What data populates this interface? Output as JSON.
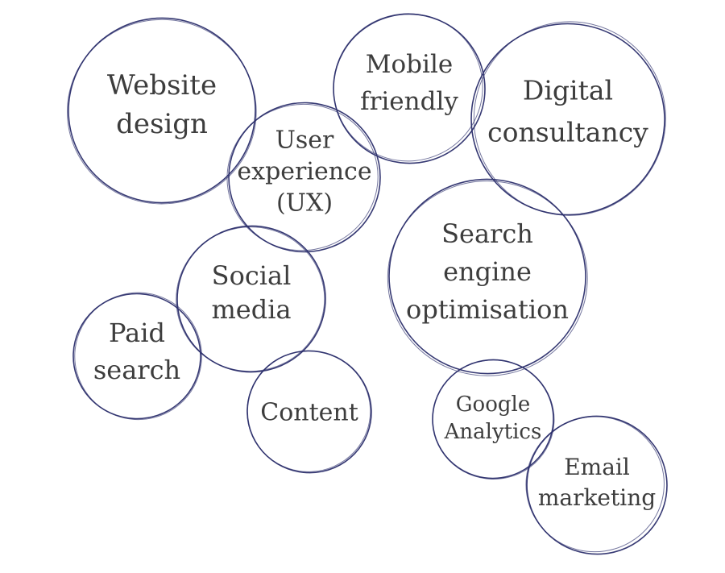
{
  "colors": {
    "ring": "#2b2e6b",
    "text": "#3d3d3d",
    "background": "#ffffff"
  },
  "bubbles": [
    {
      "id": "website-design",
      "lines": [
        "Website",
        "design"
      ]
    },
    {
      "id": "user-experience",
      "lines": [
        "User",
        "experience",
        "(UX)"
      ]
    },
    {
      "id": "mobile-friendly",
      "lines": [
        "Mobile",
        "friendly"
      ]
    },
    {
      "id": "digital-consultancy",
      "lines": [
        "Digital",
        "consultancy"
      ]
    },
    {
      "id": "search-engine-optimisation",
      "lines": [
        "Search",
        "engine",
        "optimisation"
      ]
    },
    {
      "id": "social-media",
      "lines": [
        "Social",
        "media"
      ]
    },
    {
      "id": "paid-search",
      "lines": [
        "Paid",
        "search"
      ]
    },
    {
      "id": "content",
      "lines": [
        "Content"
      ]
    },
    {
      "id": "google-analytics",
      "lines": [
        "Google",
        "Analytics"
      ]
    },
    {
      "id": "email-marketing",
      "lines": [
        "Email",
        "marketing"
      ]
    }
  ]
}
